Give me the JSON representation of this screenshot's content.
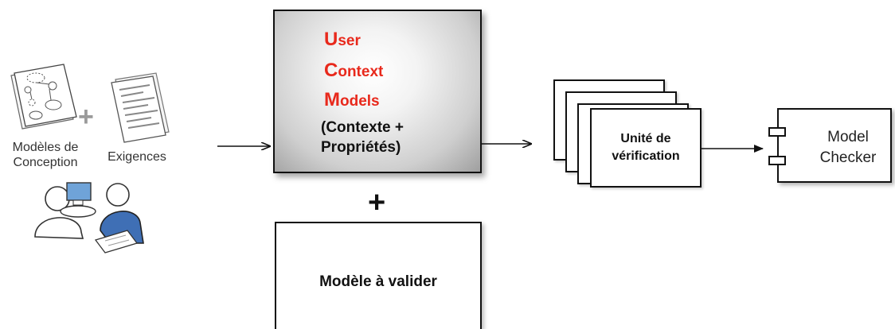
{
  "inputs": {
    "design_models_label": "Modèles de Conception",
    "design_models_line1": "Modèles de",
    "design_models_line2": "Conception",
    "requirements_label": "Exigences",
    "plus": "+"
  },
  "ucm_box": {
    "line1_initial": "U",
    "line1_rest": "ser",
    "line2_initial": "C",
    "line2_rest": "ontext",
    "line3_initial": "M",
    "line3_rest": "odels",
    "sub_line1": "(Contexte +",
    "sub_line2": "Propriétés)"
  },
  "join_plus": "+",
  "model_box": {
    "label": "Modèle à valider"
  },
  "verification_units": {
    "label_line1": "Unité de",
    "label_line2": "vérification"
  },
  "model_checker": {
    "label_line1": "Model",
    "label_line2": "Checker"
  },
  "colors": {
    "accent_red": "#e8291c",
    "stroke": "#111111",
    "shade": "#9f9f9f"
  }
}
